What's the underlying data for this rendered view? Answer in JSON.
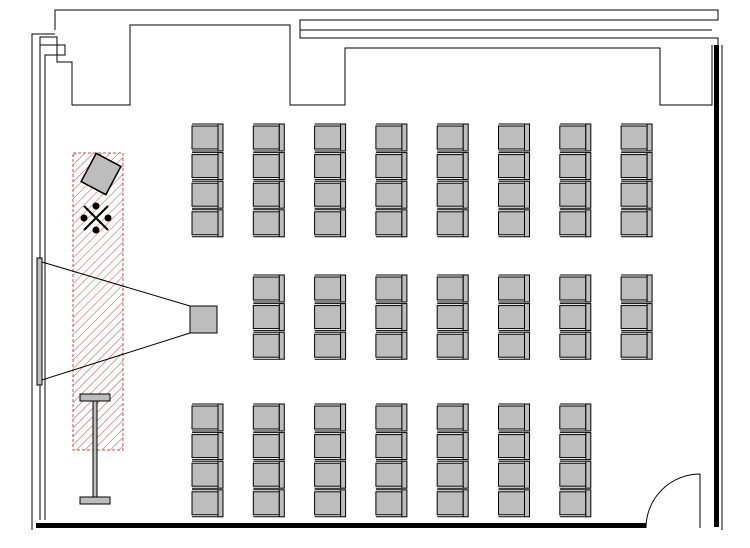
{
  "floor_plan": {
    "room": "classroom",
    "seating": {
      "front_block": {
        "rows": 4,
        "columns": 8
      },
      "middle_block": {
        "rows": 3,
        "columns": 7
      },
      "back_block": {
        "rows": 4,
        "columns": 7
      },
      "total_chairs": 81
    },
    "fixtures": [
      {
        "name": "projector",
        "symbol": "square"
      },
      {
        "name": "projection-beam",
        "symbol": "triangle"
      },
      {
        "name": "projection-screen",
        "symbol": "bar"
      },
      {
        "name": "instructor-desk",
        "symbol": "rotated-square"
      },
      {
        "name": "speaker-position",
        "symbol": "x-with-dots"
      },
      {
        "name": "lectern-stand",
        "symbol": "i-beam"
      },
      {
        "name": "door",
        "symbol": "swing-arc"
      }
    ],
    "colors": {
      "wall": "#000000",
      "line": "#000000",
      "chair_fill": "#bdbdbd",
      "chair_stroke": "#000000",
      "hatch": "#c05050",
      "background": "#ffffff"
    }
  }
}
